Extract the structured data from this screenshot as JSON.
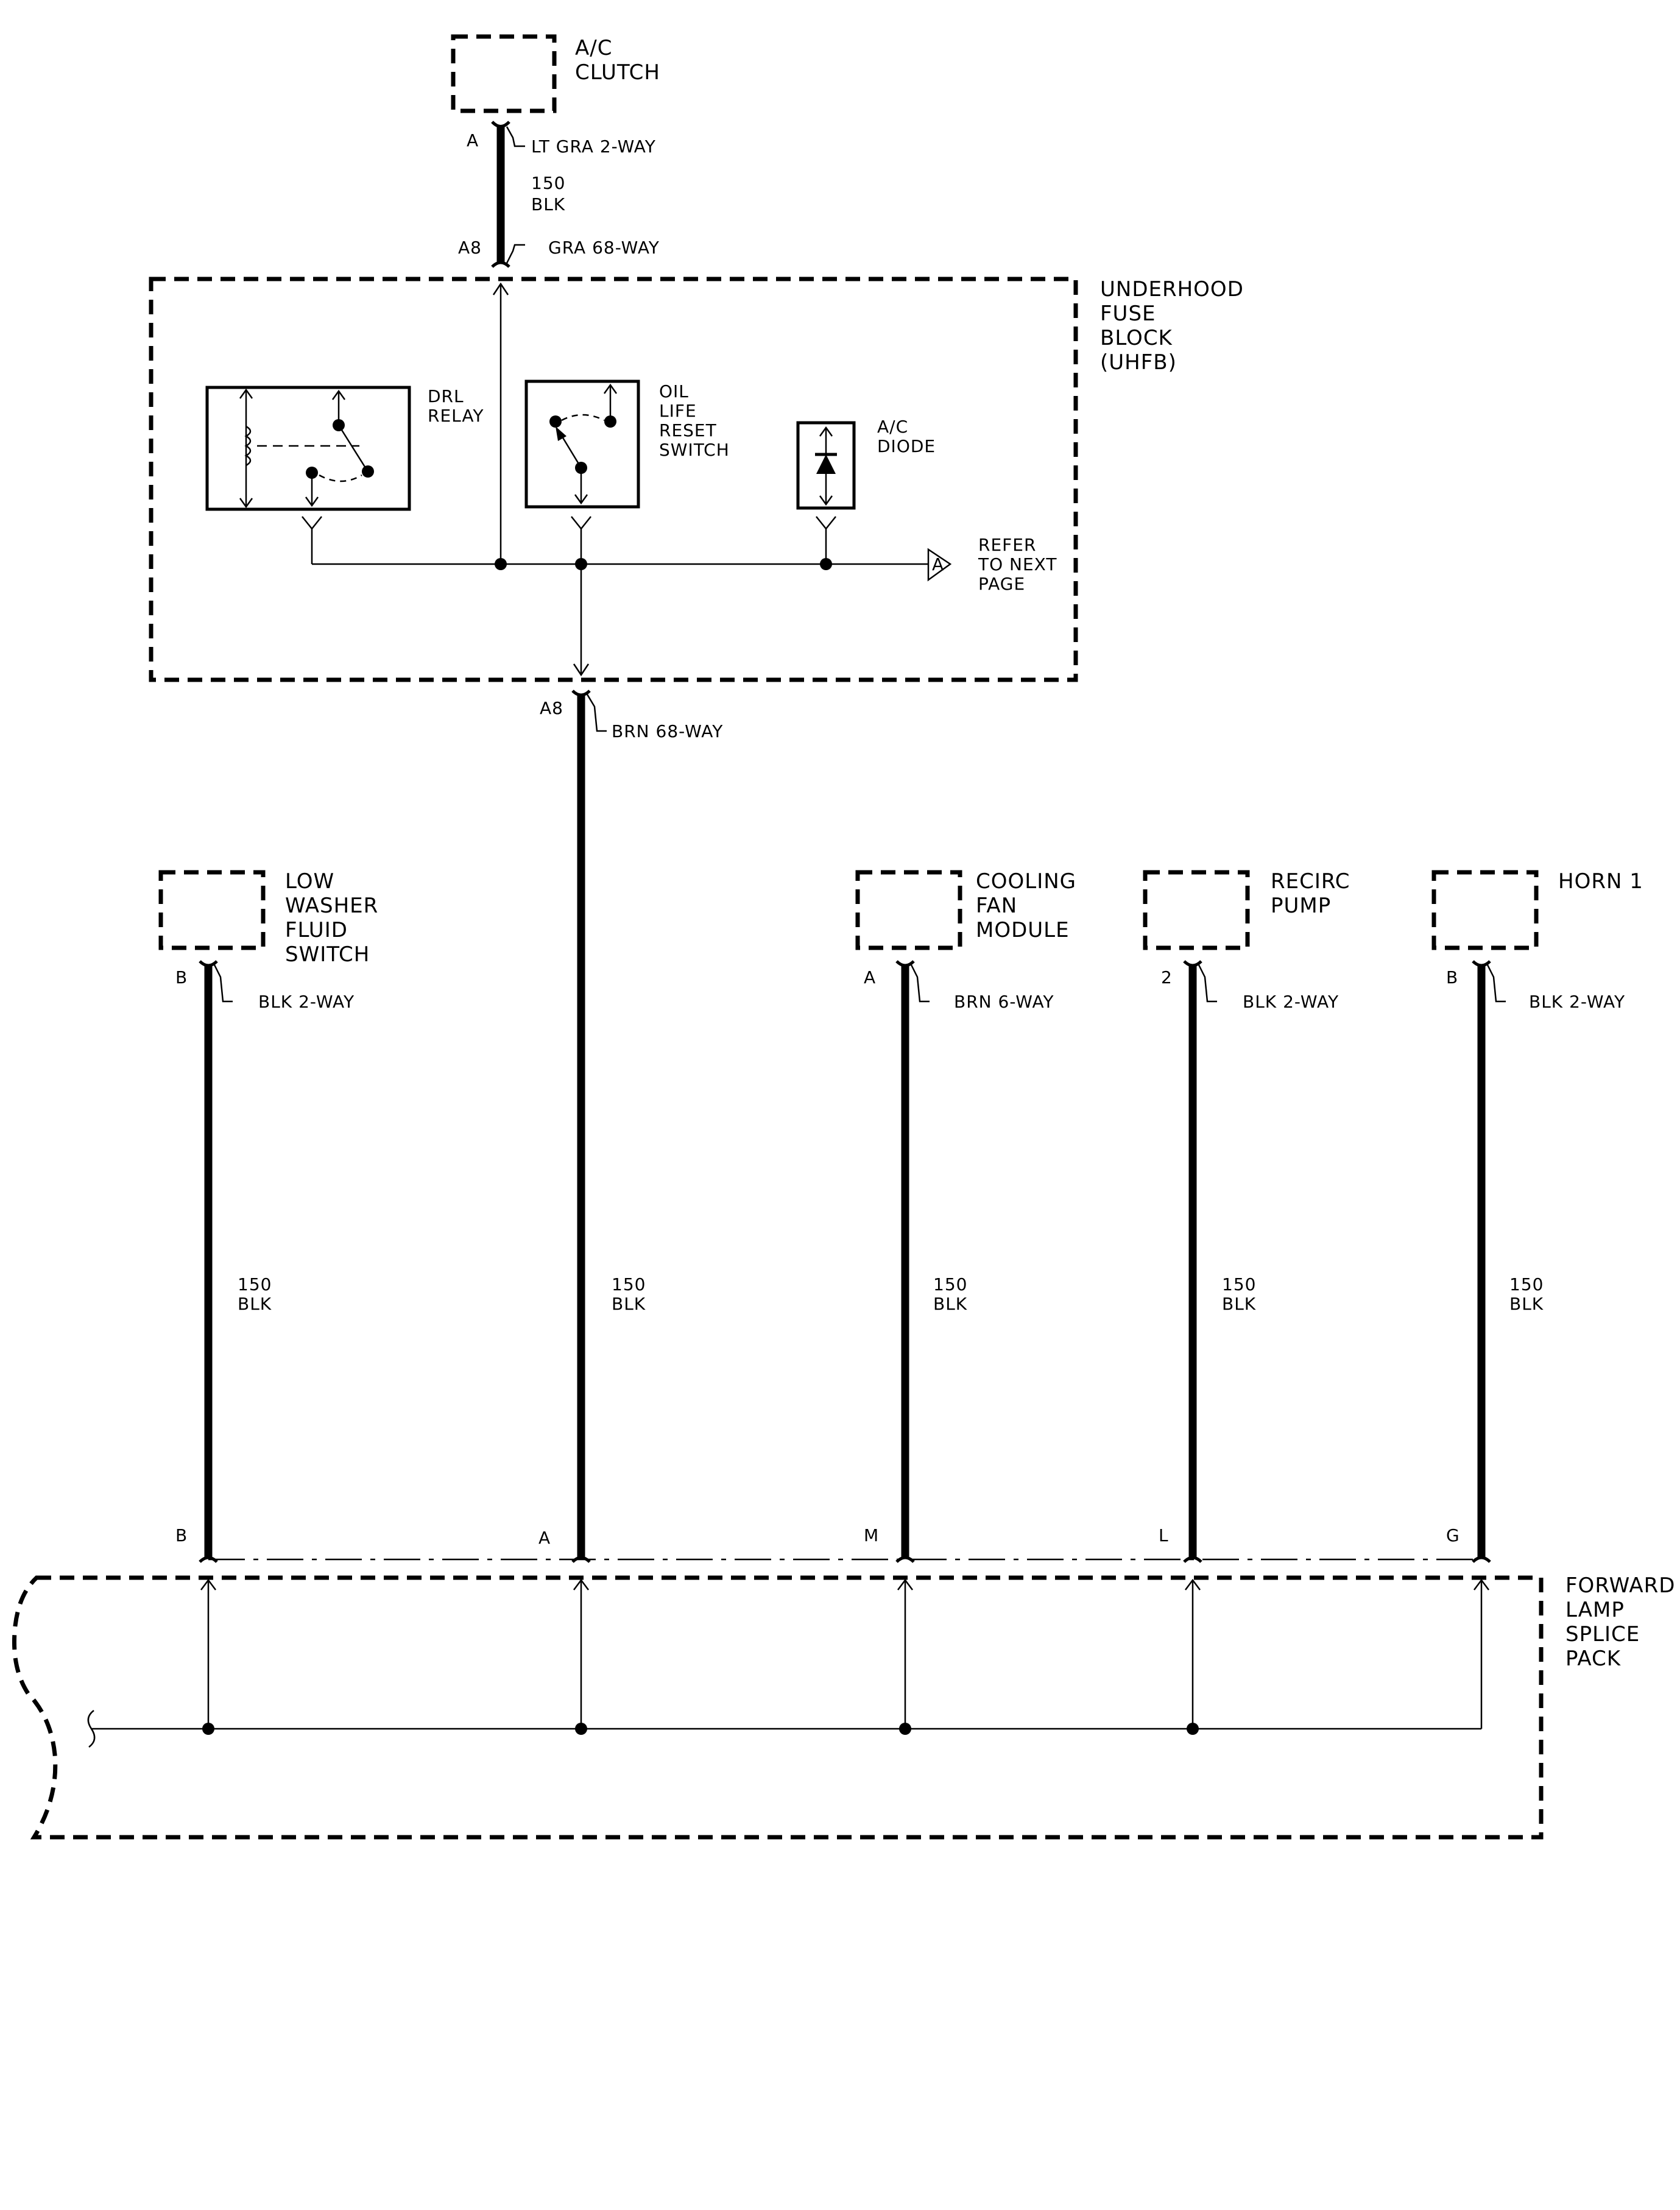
{
  "components": {
    "ac_clutch": {
      "lines": [
        "A/C",
        "CLUTCH"
      ]
    },
    "uhfb": {
      "lines": [
        "UNDERHOOD",
        "FUSE",
        "BLOCK",
        "(UHFB)"
      ]
    },
    "drl_relay": {
      "lines": [
        "DRL",
        "RELAY"
      ]
    },
    "oil_switch": {
      "lines": [
        "OIL",
        "LIFE",
        "RESET",
        "SWITCH"
      ]
    },
    "ac_diode": {
      "lines": [
        "A/C",
        "DIODE"
      ]
    },
    "refer": {
      "letter": "A",
      "lines": [
        "REFER",
        "TO NEXT",
        "PAGE"
      ]
    },
    "low_washer": {
      "lines": [
        "LOW",
        "WASHER",
        "FLUID",
        "SWITCH"
      ]
    },
    "cooling_fan": {
      "lines": [
        "COOLING",
        "FAN",
        "MODULE"
      ]
    },
    "recirc_pump": {
      "lines": [
        "RECIRC",
        "PUMP"
      ]
    },
    "horn": {
      "lines": [
        "HORN 1"
      ]
    },
    "splice_pack": {
      "lines": [
        "FORWARD",
        "LAMP",
        "SPLICE",
        "PACK"
      ]
    }
  },
  "connectors": {
    "ac_clutch_pin": "A",
    "ac_clutch_conn": "LT GRA 2-WAY",
    "uhfb_top_pin": "A8",
    "uhfb_top_conn": "GRA 68-WAY",
    "uhfb_bottom_pin": "A8",
    "uhfb_bottom_conn": "BRN 68-WAY",
    "washer_pin": "B",
    "washer_conn": "BLK 2-WAY",
    "fan_pin": "A",
    "fan_conn": "BRN 6-WAY",
    "recirc_pin": "2",
    "recirc_conn": "BLK 2-WAY",
    "horn_pin": "B",
    "horn_conn": "BLK 2-WAY",
    "splice_pins": [
      "B",
      "A",
      "M",
      "L",
      "G"
    ]
  },
  "wires": {
    "top": {
      "circuit": "150",
      "color": "BLK"
    },
    "washer": {
      "circuit": "150",
      "color": "BLK"
    },
    "uhfb": {
      "circuit": "150",
      "color": "BLK"
    },
    "fan": {
      "circuit": "150",
      "color": "BLK"
    },
    "recirc": {
      "circuit": "150",
      "color": "BLK"
    },
    "horn": {
      "circuit": "150",
      "color": "BLK"
    }
  }
}
